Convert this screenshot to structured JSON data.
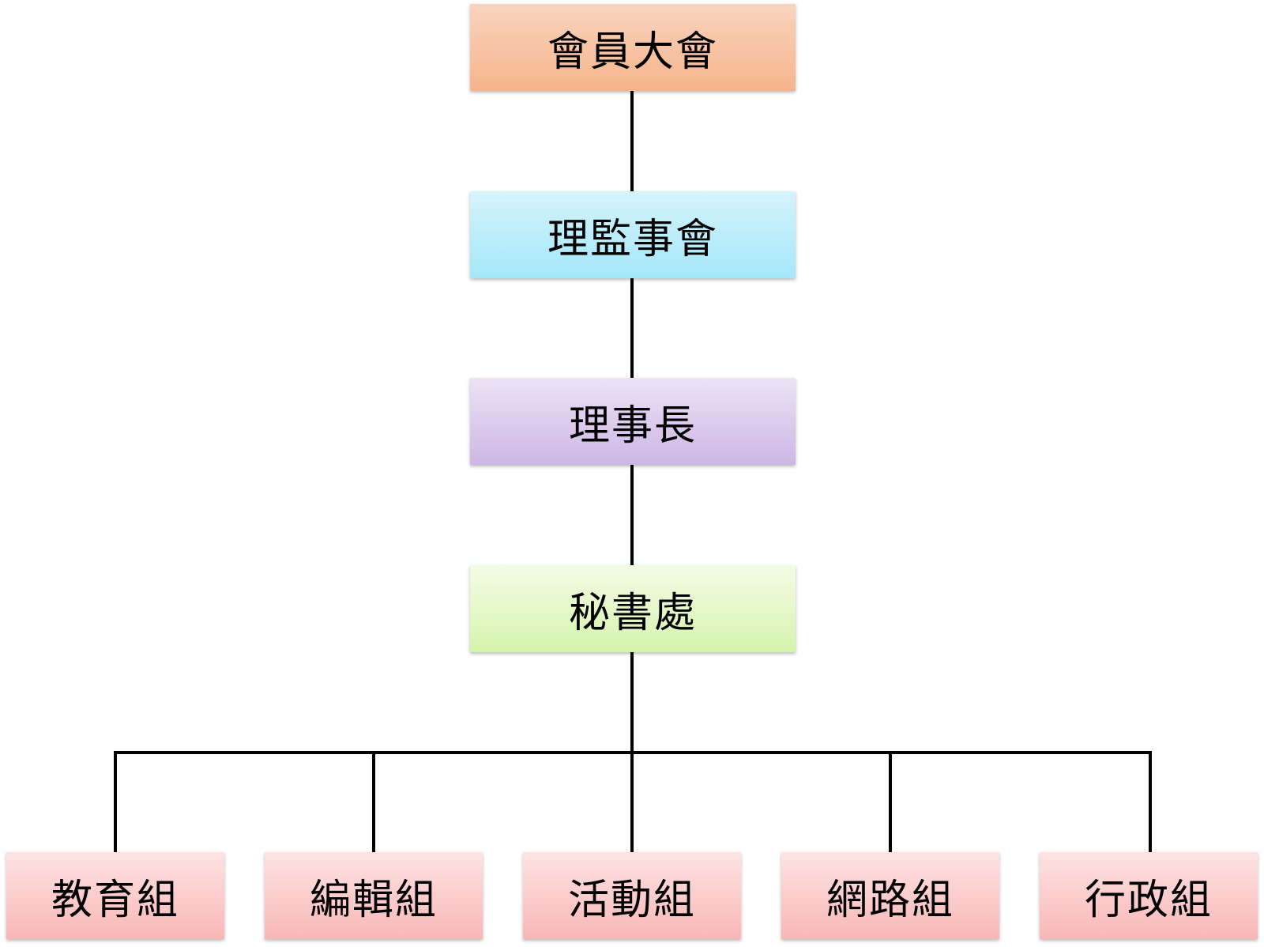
{
  "colors": {
    "general_assembly": "#f6b48b",
    "board": "#a4e7f9",
    "chairman": "#cdb6e5",
    "secretariat": "#d5f4ad",
    "departments": "#f9b7b7",
    "connector": "#000000"
  },
  "nodes": {
    "general_assembly": "會員大會",
    "board": "理監事會",
    "chairman": "理事長",
    "secretariat": "秘書處"
  },
  "departments": [
    {
      "label": "教育組"
    },
    {
      "label": "編輯組"
    },
    {
      "label": "活動組"
    },
    {
      "label": "網路組"
    },
    {
      "label": "行政組"
    }
  ]
}
